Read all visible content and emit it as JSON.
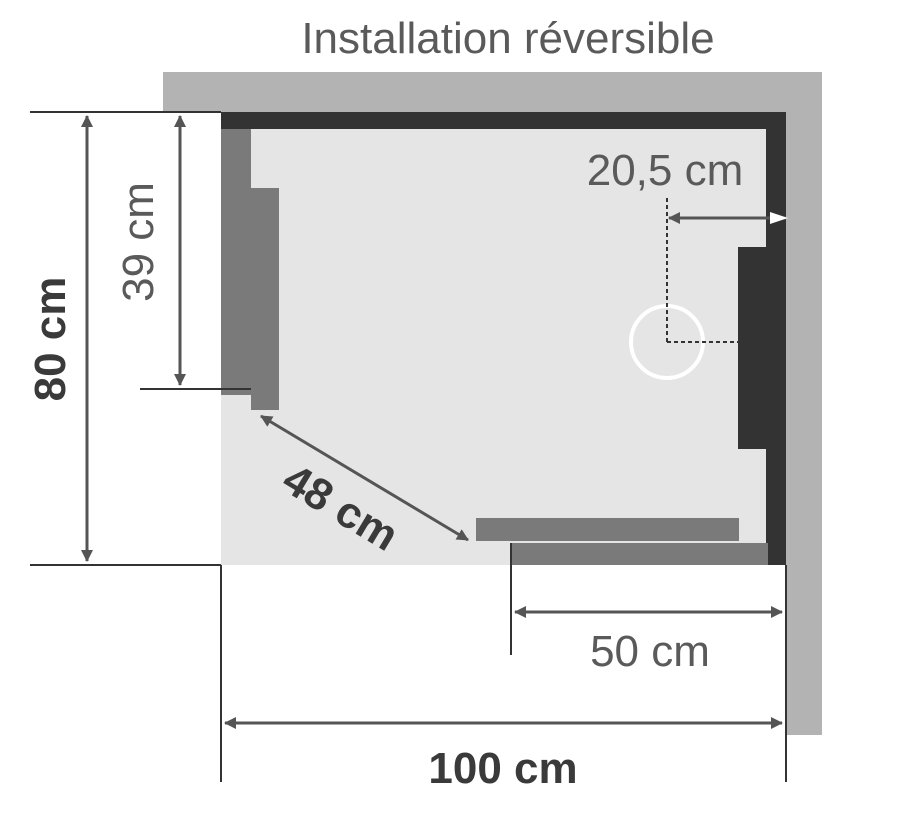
{
  "title": "Installation réversible",
  "dimensions": {
    "height_total": "80 cm",
    "height_partial": "39 cm",
    "diagonal": "48 cm",
    "drain_offset": "20,5 cm",
    "front_opening": "50 cm",
    "width_total": "100 cm"
  },
  "colors": {
    "wall": "#b3b3b3",
    "frame_dark": "#333333",
    "panel_gray": "#7a7a7a",
    "floor": "#e5e5e5",
    "dim_line": "#555555",
    "text": "#5a5a5a",
    "bold_text": "#3a3a3a"
  }
}
